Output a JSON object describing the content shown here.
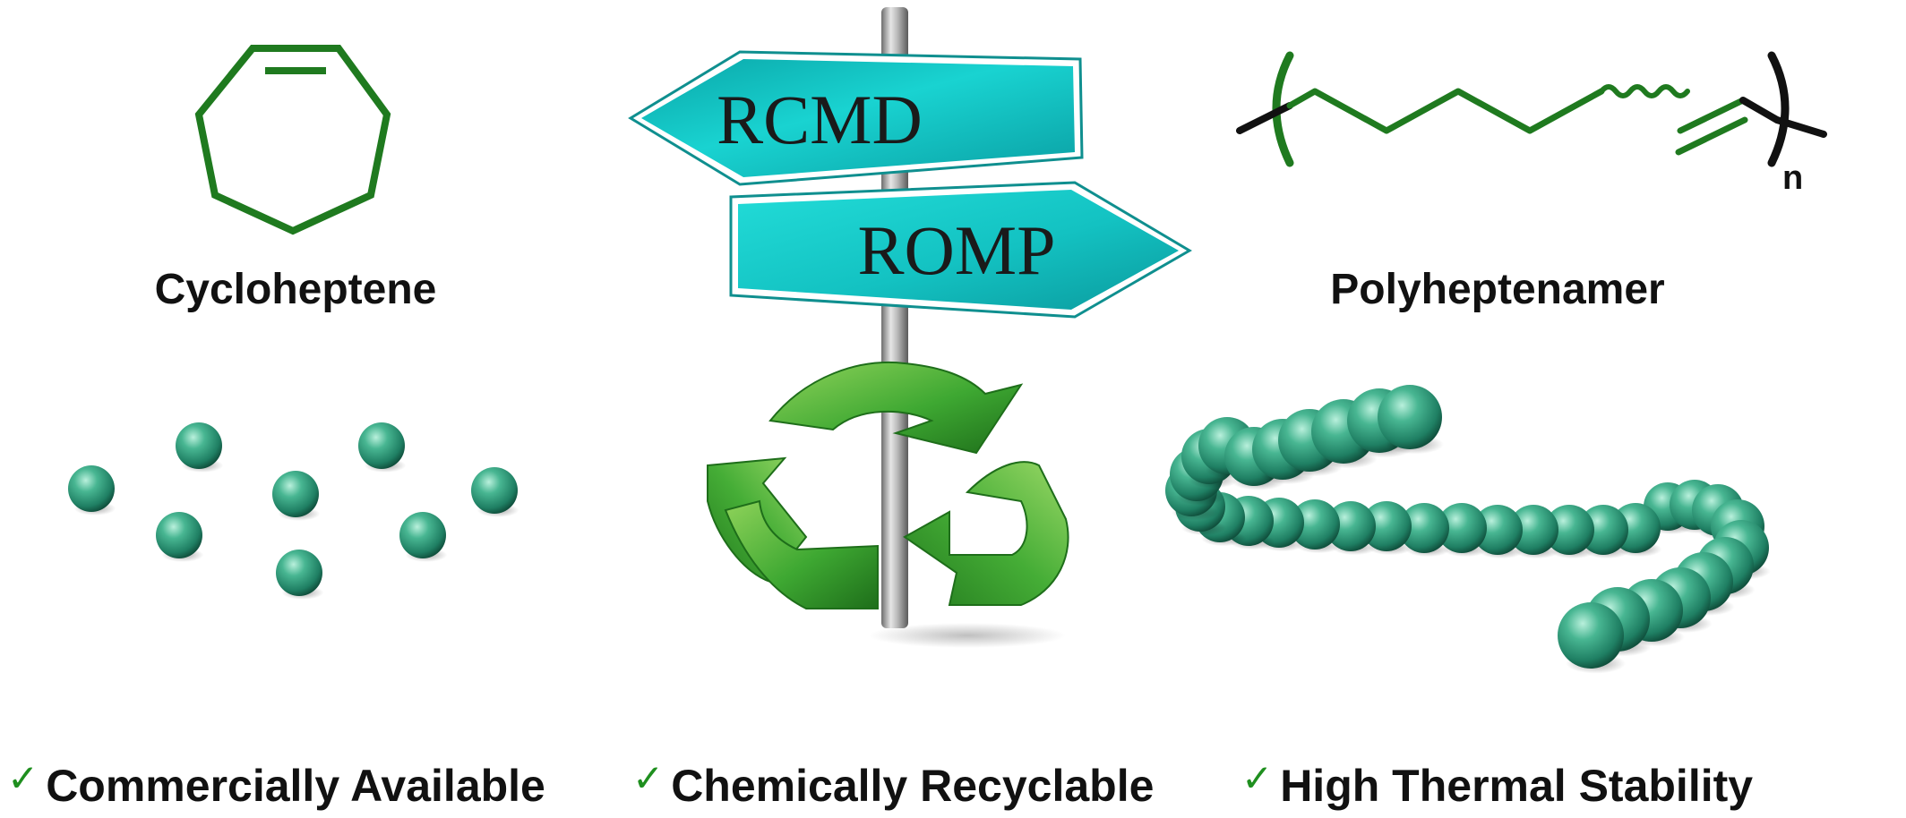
{
  "colors": {
    "molecule_green": "#1f7a1f",
    "bead_teal": "#2f9f7f",
    "sign_cyan": "#12c4c4",
    "recycle_green": "#3ea832",
    "check_green": "#1f8f1f",
    "pole_gray": "#9a9a9a",
    "text": "#111111"
  },
  "molecules": {
    "left_label": "Cycloheptene",
    "right_label": "Polyheptenamer",
    "repeat_subscript": "n"
  },
  "signpost": {
    "upper_sign": "RCMD",
    "lower_sign": "ROMP"
  },
  "icons": {
    "recycle": "recycle-icon",
    "check": "check-icon",
    "monomer_beads": "bead-icon",
    "polymer_chain": "polymer-chain-icon"
  },
  "features": [
    {
      "check": "✓",
      "text": "Commercially Available"
    },
    {
      "check": "✓",
      "text": "Chemically Recyclable"
    },
    {
      "check": "✓",
      "text": "High Thermal Stability"
    }
  ]
}
